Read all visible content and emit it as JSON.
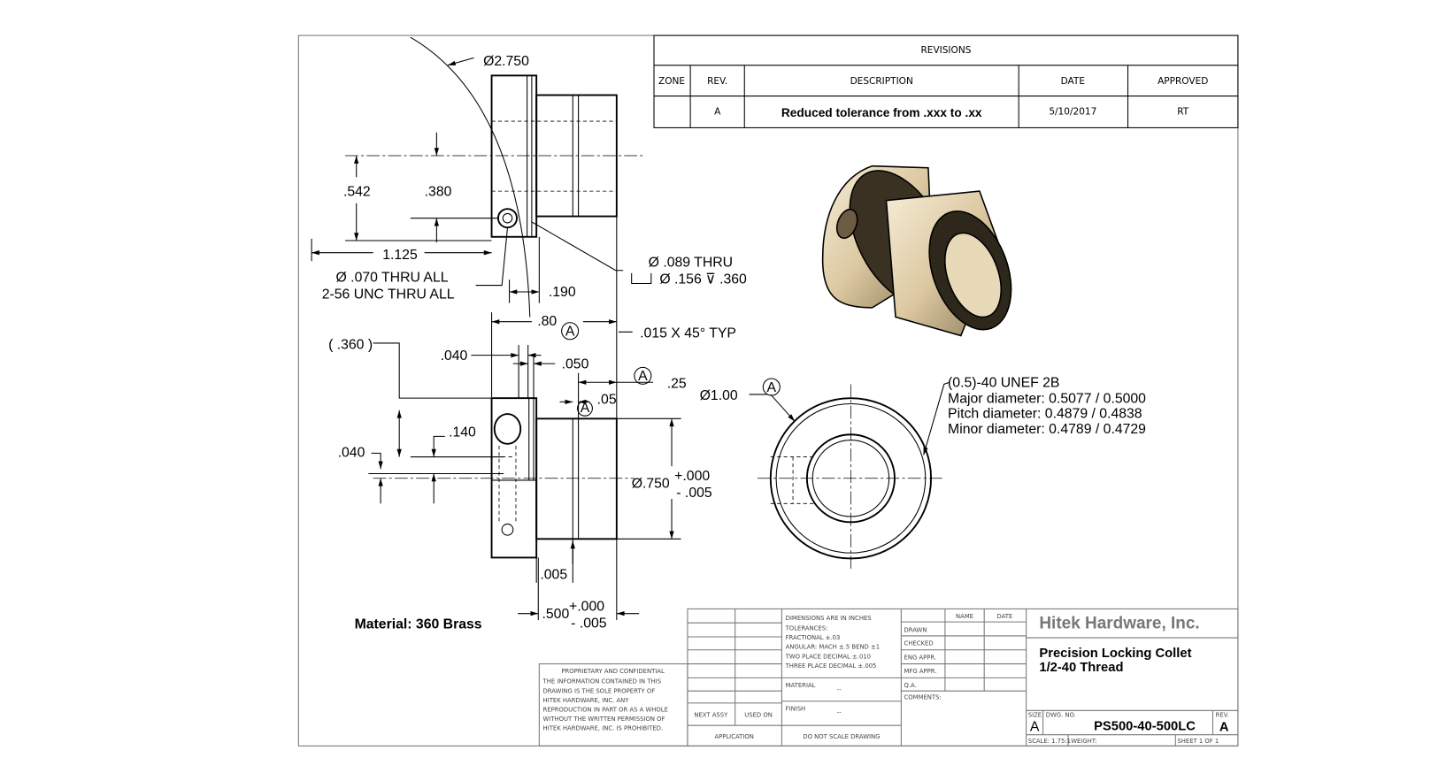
{
  "revisions": {
    "title": "REVISIONS",
    "headers": [
      "ZONE",
      "REV.",
      "DESCRIPTION",
      "DATE",
      "APPROVED"
    ],
    "rows": [
      {
        "zone": "",
        "rev": "A",
        "description": "Reduced tolerance from .xxx to .xx",
        "date": "5/10/2017",
        "approved": "RT"
      }
    ]
  },
  "dimensions": {
    "dia_2750": "Ø2.750",
    "d542": ".542",
    "d380": ".380",
    "d1125": "1.125",
    "hole_note_1": "Ø .070 THRU ALL",
    "hole_note_2": "2-56 UNC   THRU ALL",
    "d190": ".190",
    "cbore_1": "Ø .089 THRU",
    "cbore_2": "Ø .156 ⊽ .360",
    "d80": ".80",
    "chamfer": ".015 X 45° TYP",
    "d360": "( .360 )",
    "d040a": ".040",
    "d050": ".050",
    "d25": ".25",
    "d05": ".05",
    "d140": ".140",
    "d040b": ".040",
    "dia750": "Ø.750",
    "tol_plus": "+.000",
    "tol_minus": "- .005",
    "d005": ".005",
    "d500": ".500",
    "dia100": "Ø1.00",
    "datum": "A",
    "thread_1": "(0.5)-40 UNEF 2B",
    "thread_2": "Major diameter: 0.5077 / 0.5000",
    "thread_3": "Pitch diameter: 0.4879 / 0.4838",
    "thread_4": "Minor diameter: 0.4789 / 0.4729",
    "material_note": "Material: 360 Brass"
  },
  "title_block": {
    "proprietary_title": "PROPRIETARY AND CONFIDENTIAL",
    "proprietary_lines": [
      "THE INFORMATION CONTAINED IN THIS",
      "DRAWING IS THE SOLE PROPERTY OF",
      "HITEK HARDWARE, INC. ANY",
      "REPRODUCTION IN PART OR AS A WHOLE",
      "WITHOUT THE WRITTEN PERMISSION OF",
      "HITEK HARDWARE, INC. IS PROHIBITED."
    ],
    "next_assy": "NEXT ASSY",
    "used_on": "USED ON",
    "application": "APPLICATION",
    "tolerances": [
      "DIMENSIONS ARE IN INCHES",
      "TOLERANCES:",
      "FRACTIONAL ±.03",
      "ANGULAR: MACH ±.5  BEND ±1",
      "TWO PLACE DECIMAL   ±.010",
      "THREE PLACE DECIMAL  ±.005"
    ],
    "material_label": "MATERIAL",
    "material_value": "--",
    "finish_label": "FINISH",
    "finish_value": "--",
    "do_not_scale": "DO NOT SCALE DRAWING",
    "name_header": "NAME",
    "date_header": "DATE",
    "roles": [
      "DRAWN",
      "CHECKED",
      "ENG APPR.",
      "MFG APPR.",
      "Q.A."
    ],
    "comments": "COMMENTS:",
    "company": "Hitek Hardware, Inc.",
    "drawing_title_1": "Precision Locking Collet",
    "drawing_title_2": "1/2-40 Thread",
    "size_label": "SIZE",
    "size_value": "A",
    "dwg_no_label": "DWG. NO.",
    "dwg_no": "PS500-40-500LC",
    "rev_label": "REV.",
    "rev_value": "A",
    "scale": "SCALE: 1.75:1",
    "weight": "WEIGHT:",
    "sheet": "SHEET 1 OF 1"
  },
  "colors": {
    "brass_light": "#f3e6cc",
    "brass_mid": "#c9b48e",
    "brass_dark": "#3a3122",
    "line": "#000000",
    "title_gray": "#777777"
  }
}
